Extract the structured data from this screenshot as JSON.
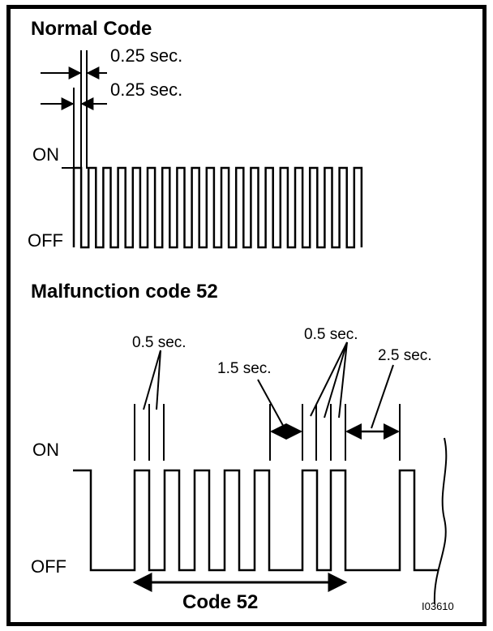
{
  "normal": {
    "title": "Normal Code",
    "dim_top": "0.25 sec.",
    "dim_bottom": "0.25 sec.",
    "on_label": "ON",
    "off_label": "OFF",
    "pulse_count": 19
  },
  "malfunction": {
    "title": "Malfunction code 52",
    "on_label": "ON",
    "off_label": "OFF",
    "label_05_left": "0.5 sec.",
    "label_15": "1.5 sec.",
    "label_05_right": "0.5 sec.",
    "label_25": "2.5 sec.",
    "code_label": "Code 52",
    "first_group_pulses": 5,
    "second_group_pulses": 2
  },
  "figure_id": "I03610"
}
